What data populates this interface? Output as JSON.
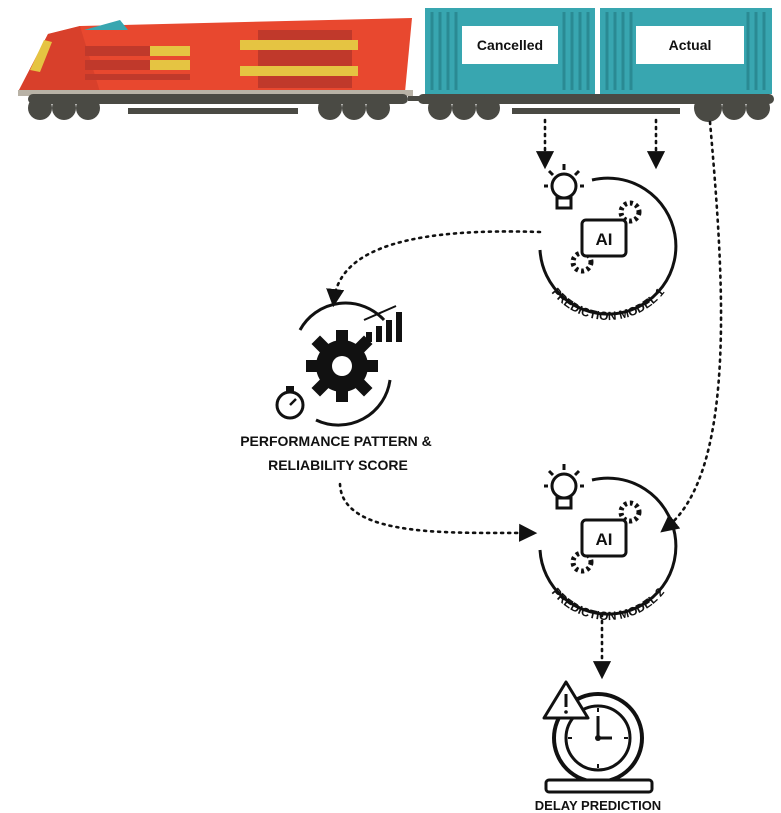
{
  "train": {
    "container_1_label": "Cancelled",
    "container_2_label": "Actual",
    "colors": {
      "locomotive": "#e8482f",
      "locomotive_dark": "#c0392b",
      "stripe": "#e5c442",
      "container": "#38a6b0",
      "wheels": "#4a4a44"
    }
  },
  "nodes": {
    "model_1_label": "PREDICTION MODEL 1",
    "model_2_label": "PREDICTION MODEL 2",
    "ai_badge_text": "AI",
    "performance_label_line1": "PERFORMANCE PATTERN &",
    "performance_label_line2": "RELIABILITY SCORE",
    "delay_label": "DELAY PREDICTION"
  },
  "icons": [
    "lightbulb-icon",
    "gear-icon",
    "ai-chip-icon",
    "stopwatch-icon",
    "bar-chart-icon",
    "clock-icon",
    "warning-icon"
  ]
}
